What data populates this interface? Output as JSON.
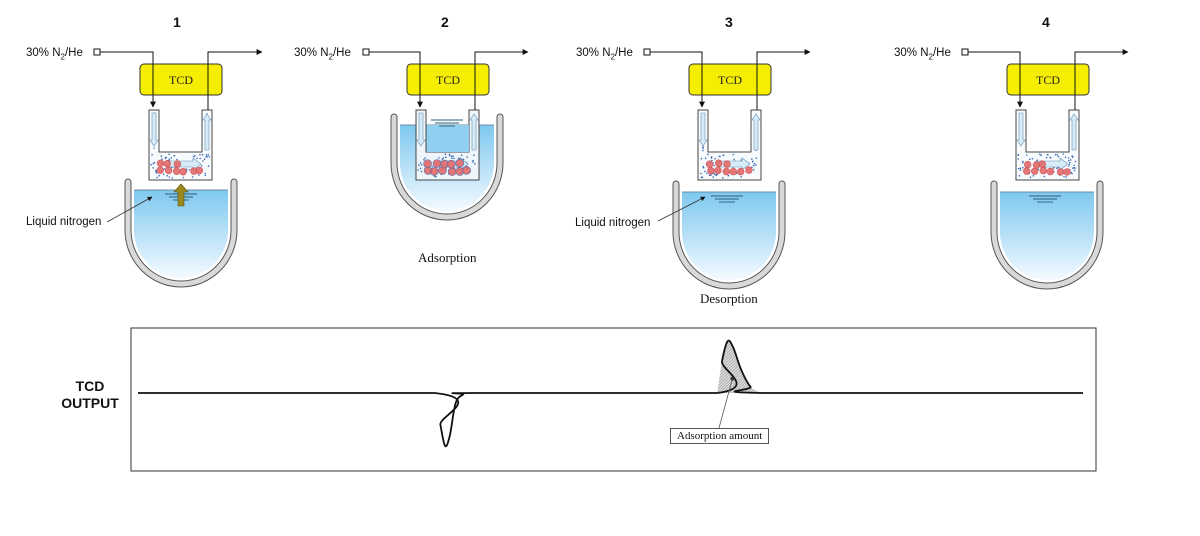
{
  "steps": [
    {
      "number": "1",
      "gas_label_prefix": "30% N",
      "gas_label_sub": "2",
      "gas_label_suffix": "/He",
      "detector_label": "TCD",
      "side_label": "Liquid nitrogen",
      "phase_label": "",
      "dewar_state": "lowered",
      "sample_state": "above-dewar-rising"
    },
    {
      "number": "2",
      "gas_label_prefix": "30% N",
      "gas_label_sub": "2",
      "gas_label_suffix": "/He",
      "detector_label": "TCD",
      "side_label": "",
      "phase_label": "Adsorption",
      "dewar_state": "raised",
      "sample_state": "immersed"
    },
    {
      "number": "3",
      "gas_label_prefix": "30% N",
      "gas_label_sub": "2",
      "gas_label_suffix": "/He",
      "detector_label": "TCD",
      "side_label": "Liquid nitrogen",
      "phase_label": "Desorption",
      "dewar_state": "lowered",
      "sample_state": "above-dewar"
    },
    {
      "number": "4",
      "gas_label_prefix": "30% N",
      "gas_label_sub": "2",
      "gas_label_suffix": "/He",
      "detector_label": "TCD",
      "side_label": "",
      "phase_label": "",
      "dewar_state": "lowered",
      "sample_state": "above-dewar"
    }
  ],
  "output": {
    "label_line1": "TCD",
    "label_line2": "OUTPUT",
    "annotation": "Adsorption amount"
  },
  "colors": {
    "tcd_fill": "#f5ee00",
    "liquid_top": "#7ec8ef",
    "liquid_bottom": "#f2f9fe",
    "dewar_wall": "#d9d9d9",
    "particle": "#e36a6a",
    "gas_dot": "#3a6cb5",
    "arrow_up": "#9a8a1e",
    "peak_fill": "#cfcfcf"
  },
  "chart_data": {
    "type": "line",
    "title": "",
    "ylabel": "TCD OUTPUT",
    "xlabel": "",
    "baseline": 0,
    "ylim": [
      -1,
      1
    ],
    "xlim": [
      0,
      100
    ],
    "series": [
      {
        "name": "TCD signal",
        "points": [
          [
            0,
            0
          ],
          [
            31.4,
            0
          ],
          [
            32.0,
            -0.6
          ],
          [
            32.5,
            -1.0
          ],
          [
            33.0,
            -0.8
          ],
          [
            33.6,
            -0.2
          ],
          [
            34.4,
            -0.03
          ],
          [
            35.5,
            0
          ],
          [
            61.3,
            0
          ],
          [
            61.8,
            0.6
          ],
          [
            62.4,
            0.98
          ],
          [
            63.0,
            0.85
          ],
          [
            63.8,
            0.45
          ],
          [
            64.8,
            0.12
          ],
          [
            66.0,
            0
          ],
          [
            100,
            0
          ]
        ]
      }
    ],
    "annotations": [
      {
        "text": "Adsorption amount",
        "target": "desorption peak area (shaded)"
      }
    ],
    "events": [
      {
        "name": "adsorption",
        "direction": "negative peak",
        "x": 32.5
      },
      {
        "name": "desorption",
        "direction": "positive peak",
        "x": 62.4
      }
    ],
    "grid": false,
    "legend": "none"
  }
}
